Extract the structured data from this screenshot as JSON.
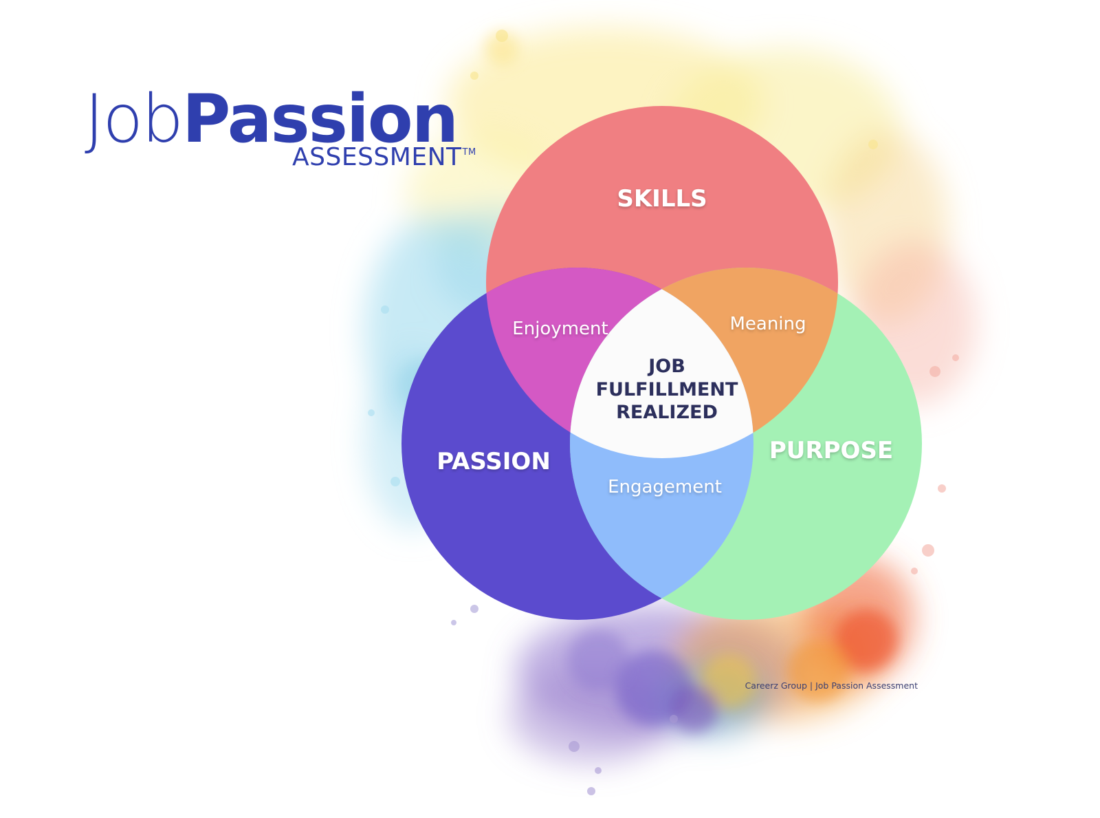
{
  "logo": {
    "word_job": "Job",
    "word_passion": "Passion",
    "subtitle": "ASSESSMENT",
    "trademark": "TM"
  },
  "diagram": {
    "circles": {
      "skills": {
        "label": "SKILLS",
        "color": "#f07f82"
      },
      "passion": {
        "label": "PASSION",
        "color": "#5b4bce"
      },
      "purpose": {
        "label": "PURPOSE",
        "color": "#a4f1b5"
      }
    },
    "overlaps": {
      "skills_passion": {
        "label": "Enjoyment",
        "color": "#d459c4"
      },
      "skills_purpose": {
        "label": "Meaning",
        "color": "#f0a462"
      },
      "passion_purpose": {
        "label": "Engagement",
        "color": "#8fbcfb"
      },
      "center": {
        "lines": [
          "JOB",
          "FULFILLMENT",
          "REALIZED"
        ],
        "color": "#fbfbfb",
        "text_color": "#2c2f5c"
      }
    }
  },
  "credit": "Careerz Group | Job Passion Assessment"
}
